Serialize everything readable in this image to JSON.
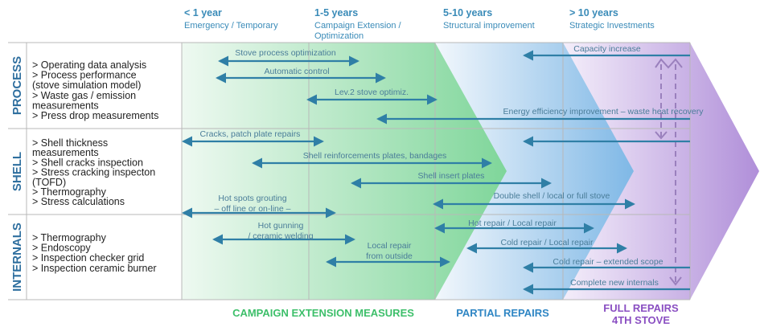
{
  "columns": [
    {
      "title": "< 1 year",
      "subtitle": [
        "Emergency / Temporary"
      ]
    },
    {
      "title": "1-5 years",
      "subtitle": [
        "Campaign Extension /",
        "Optimization"
      ]
    },
    {
      "title": "5-10 years",
      "subtitle": [
        "Structural improvement"
      ]
    },
    {
      "title": "> 10 years",
      "subtitle": [
        "Strategic Investments"
      ]
    }
  ],
  "rows": [
    {
      "label": "PROCESS",
      "items": [
        "> Operating data analysis",
        "> Process performance",
        "(stove simulation model)",
        "> Waste gas / emission",
        "measurements",
        "> Press drop measurements"
      ]
    },
    {
      "label": "SHELL",
      "items": [
        "> Shell thickness",
        "measurements",
        "> Shell cracks inspection",
        "> Stress cracking inspecton",
        "(TOFD)",
        "> Thermography",
        "> Stress calculations"
      ]
    },
    {
      "label": "INTERNALS",
      "items": [
        "> Thermography",
        "> Endoscopy",
        "> Inspection checker grid",
        "> Inspection ceramic burner"
      ]
    }
  ],
  "measures": [
    {
      "label": [
        "Stove process optimization"
      ],
      "ends": "both"
    },
    {
      "label": [
        "Automatic control"
      ],
      "ends": "both"
    },
    {
      "label": [
        "Lev.2 stove optimiz."
      ],
      "ends": "both"
    },
    {
      "label": [
        "Energy efficiency improvement – waste heat recovery"
      ],
      "ends": "left"
    },
    {
      "label": [
        "Capacity increase"
      ],
      "ends": "left"
    },
    {
      "label": [
        "Cracks, patch plate repairs"
      ],
      "ends": "both"
    },
    {
      "label": [
        "Shell reinforcements plates, bandages"
      ],
      "ends": "both"
    },
    {
      "label": [
        "Shell insert plates"
      ],
      "ends": "both"
    },
    {
      "label": [
        "Double shell / local or full stove"
      ],
      "ends": "both"
    },
    {
      "label": [
        "Hot spots grouting",
        "– off line or on-line –"
      ],
      "ends": "both"
    },
    {
      "label": [
        "Hot gunning",
        "/ ceramic welding"
      ],
      "ends": "both"
    },
    {
      "label": [
        "Local repair",
        "from outside"
      ],
      "ends": "both"
    },
    {
      "label": [
        "Hot repair / Local repair"
      ],
      "ends": "both"
    },
    {
      "label": [
        "Cold repair / Local repair"
      ],
      "ends": "both"
    },
    {
      "label": [
        "Cold repair – extended scope"
      ],
      "ends": "left"
    },
    {
      "label": [
        "Complete new internals"
      ],
      "ends": "left"
    },
    {
      "label": [],
      "ends": "left"
    }
  ],
  "categories": [
    {
      "lines": [
        "CAMPAIGN EXTENSION MEASURES"
      ],
      "color": "#3dbf6a"
    },
    {
      "lines": [
        "PARTIAL REPAIRS"
      ],
      "color": "#2f86c4"
    },
    {
      "lines": [
        "FULL REPAIRS",
        "4TH STOVE"
      ],
      "color": "#8a4fc2"
    }
  ]
}
